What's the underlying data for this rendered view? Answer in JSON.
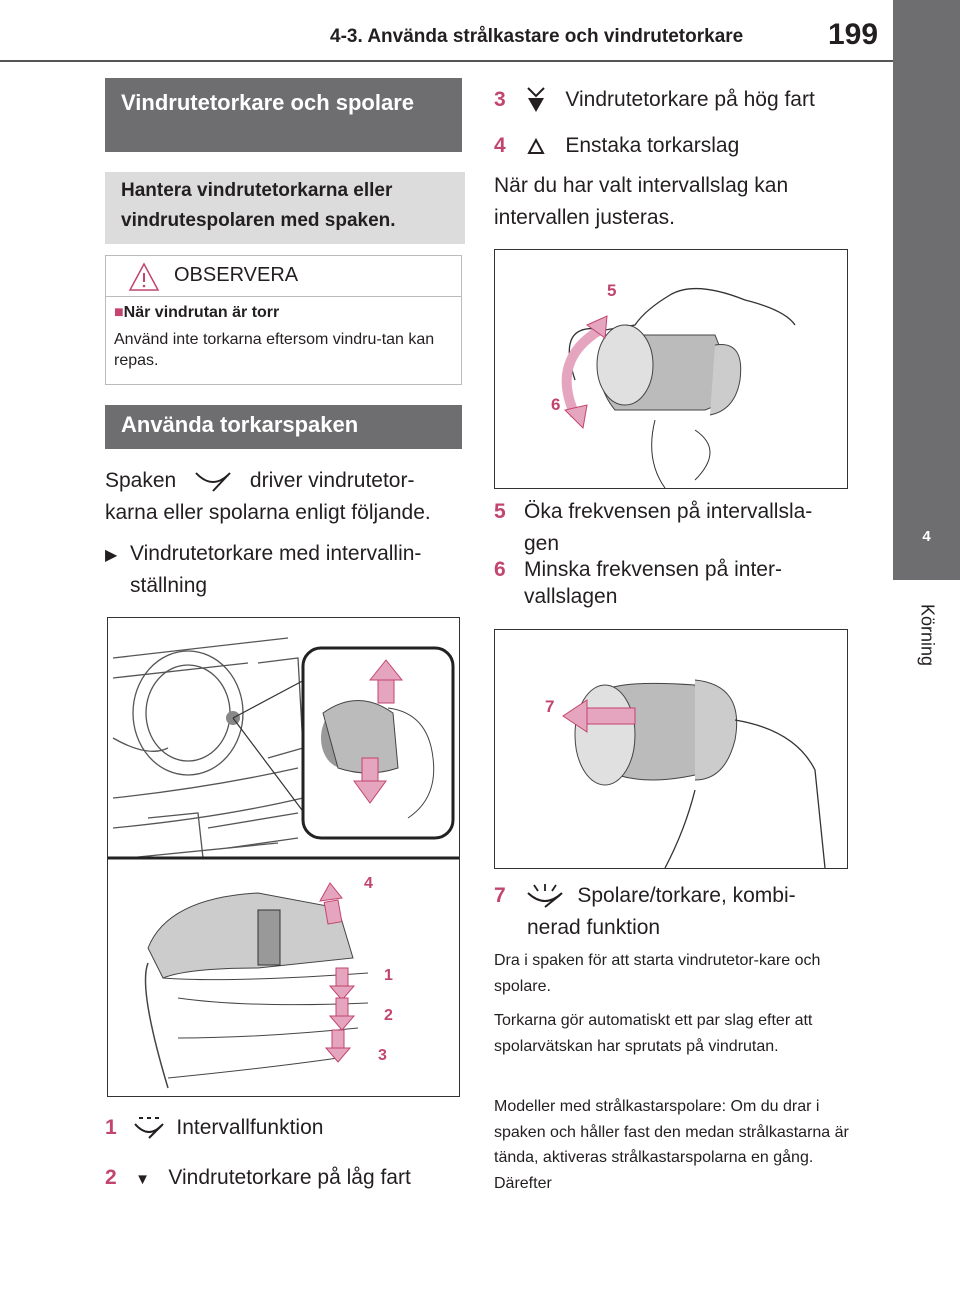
{
  "header": {
    "section_title": "4-3. Använda strålkastare och vindrutetorkare",
    "page_number": "199"
  },
  "side_tab": {
    "chapter_number": "4",
    "chapter_name": "Körning"
  },
  "left": {
    "section1_title": "Vindrutetorkare och spolare",
    "intro": "Hantera vindrutetorkarna eller vindrutespolaren med spaken.",
    "notice": {
      "heading": "OBSERVERA",
      "subheading": "När vindrutan är torr",
      "text": "Använd inte torkarna eftersom vindru-tan kan repas."
    },
    "section2_title": "Använda torkarspaken",
    "para1_before": "Spaken",
    "para1_after": "driver vindrutetor-",
    "para1_line2": "karna eller spolarna enligt följande.",
    "bullet": "Vindrutetorkare med intervallin-ställning",
    "items": [
      {
        "num": "1",
        "icon": "intermittent-wiper-icon",
        "text": "Intervallfunktion"
      },
      {
        "num": "2",
        "icon": "low-speed-triangle-icon",
        "text": "Vindrutetorkare på låg fart"
      }
    ],
    "figure_labels": [
      "4",
      "1",
      "2",
      "3"
    ]
  },
  "right": {
    "items": [
      {
        "num": "3",
        "icon": "high-speed-icon",
        "text": "Vindrutetorkare på hög fart"
      },
      {
        "num": "4",
        "icon": "single-wipe-icon",
        "text": "Enstaka torkarslag"
      }
    ],
    "para": "När du har valt intervallslag kan intervallen justeras.",
    "figure1_labels": [
      "5",
      "6"
    ],
    "items2": [
      {
        "num": "5",
        "text": "Öka frekvensen på intervallsla-gen"
      },
      {
        "num": "6",
        "text": "Minska frekvensen på inter-vallslagen"
      }
    ],
    "figure2_labels": [
      "7"
    ],
    "item7": {
      "num": "7",
      "icon": "washer-wiper-icon",
      "text": "Spolare/torkare, kombi-",
      "text2": "nerad funktion"
    },
    "small_paras": [
      "Dra i spaken för att starta vindrutetor-kare och spolare.",
      "Torkarna gör automatiskt ett par slag efter att spolarvätskan har sprutats på vindrutan.",
      "Modeller med strålkastarspolare: Om du drar i spaken och håller fast den medan strålkastarna är tända, aktiveras strålkastarspolarna en gång. Därefter"
    ]
  },
  "colors": {
    "accent_pink": "#c2456f",
    "title_bar": "#6e6e70",
    "intro_box": "#dcdcdd"
  }
}
